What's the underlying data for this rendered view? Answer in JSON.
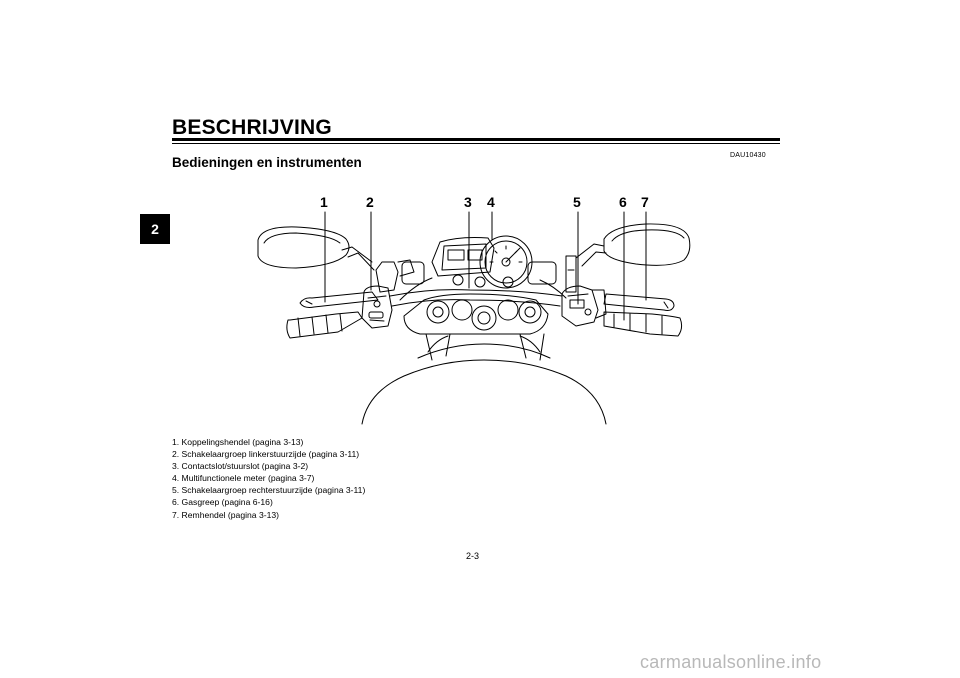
{
  "header": {
    "title": "BESCHRIJVING"
  },
  "chapter": "2",
  "section": {
    "code": "DAU10430",
    "title": "Bedieningen en instrumenten"
  },
  "callouts": [
    "1",
    "2",
    "3",
    "4",
    "5",
    "6",
    "7"
  ],
  "legend": [
    "1. Koppelingshendel (pagina 3-13)",
    "2. Schakelaargroep linkerstuurzijde (pagina 3-11)",
    "3. Contactslot/stuurslot (pagina 3-2)",
    "4. Multifunctionele meter (pagina 3-7)",
    "5. Schakelaargroep rechterstuurzijde (pagina 3-11)",
    "6. Gasgreep (pagina 6-16)",
    "7. Remhendel (pagina 3-13)"
  ],
  "footer": {
    "page_number": "2-3",
    "watermark": "carmanualsonline.info"
  }
}
